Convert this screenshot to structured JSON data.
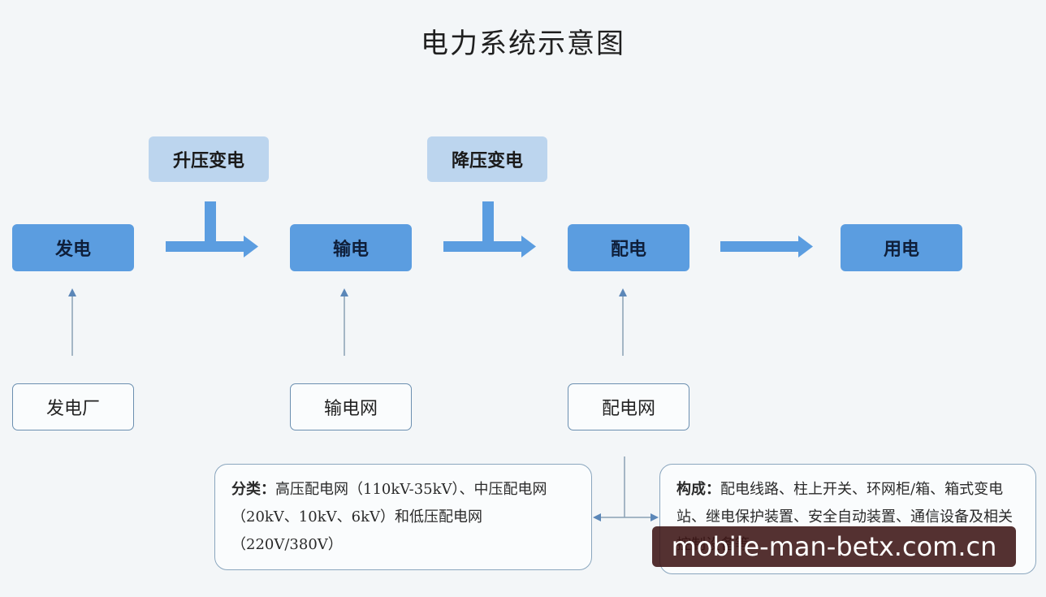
{
  "title": "电力系统示意图",
  "flow": [
    {
      "label": "发电",
      "source": "发电厂"
    },
    {
      "label": "输电",
      "source": "输电网"
    },
    {
      "label": "配电",
      "source": "配电网"
    },
    {
      "label": "用电"
    }
  ],
  "transforms": [
    "升压变电",
    "降压变电"
  ],
  "classification": {
    "label": "分类：",
    "text": "高压配电网（110kV-35kV）、中压配电网（20kV、10kV、6kV）和低压配电网（220V/380V）"
  },
  "composition": {
    "label": "构成：",
    "text": "配电线路、柱上开关、环网柜/箱、箱式变电站、继电保护装置、安全自动装置、通信设备及相关控制设备等"
  },
  "watermark": "mobile-man-betx.com.cn",
  "colors": {
    "main_box": "#5b9de0",
    "step_box": "#bcd5ee",
    "arrow": "#5b9de0",
    "thin_arrow": "#7f99b0"
  }
}
